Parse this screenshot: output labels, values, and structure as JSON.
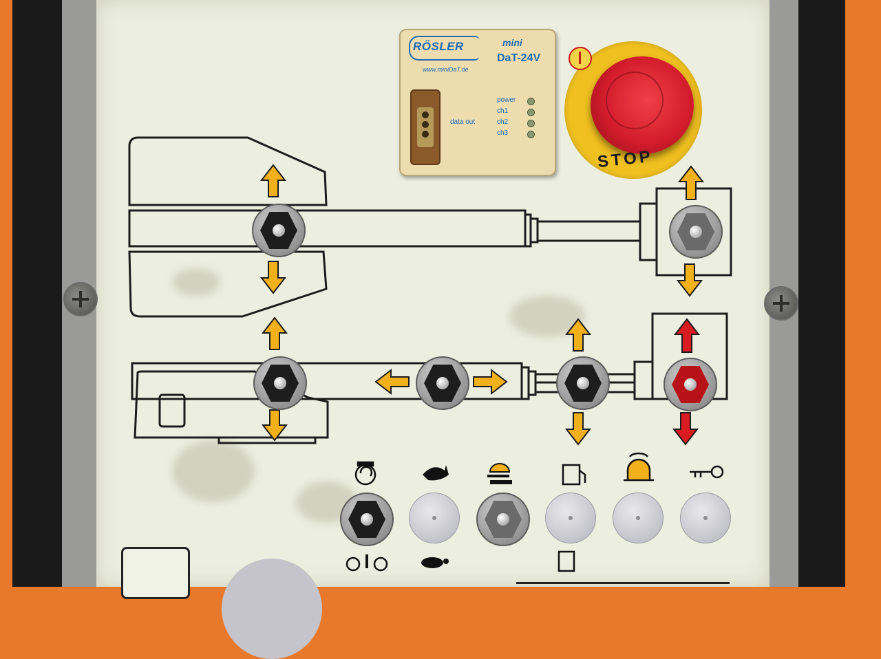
{
  "logger": {
    "brand": "RÖSLER",
    "mini": "mini",
    "model": "DaT-24V",
    "url": "www.miniDaT.de",
    "port_label": "data out",
    "leds": [
      {
        "label": "power"
      },
      {
        "label": "ch1"
      },
      {
        "label": "ch2"
      },
      {
        "label": "ch3"
      }
    ]
  },
  "estop": {
    "label": "STOP",
    "colors": {
      "cap": "#d41c2c",
      "plate": "#f0c020"
    }
  },
  "controls": {
    "toggles": [
      {
        "name": "boom-lift-toggle",
        "color": "black"
      },
      {
        "name": "outrigger-toggle",
        "color": "black"
      },
      {
        "name": "slew-toggle",
        "color": "black"
      },
      {
        "name": "telescope-toggle",
        "color": "black"
      },
      {
        "name": "jib-toggle-top",
        "color": "silver"
      },
      {
        "name": "basket-red-toggle",
        "color": "red"
      }
    ],
    "arrow_colors": {
      "standard": "#f2b01a",
      "basket": "#d81c22"
    }
  },
  "indicators": {
    "items": [
      {
        "icon": "engine-start-icon"
      },
      {
        "icon": "hare-fast-icon"
      },
      {
        "icon": "operator-helmet-icon"
      },
      {
        "icon": "diesel-fuel-icon"
      },
      {
        "icon": "beacon-light-icon"
      },
      {
        "icon": "key-icon"
      }
    ],
    "lower_icons": [
      "engine-stop-icon",
      "tortoise-slow-icon",
      "lpg-fuel-icon"
    ]
  }
}
